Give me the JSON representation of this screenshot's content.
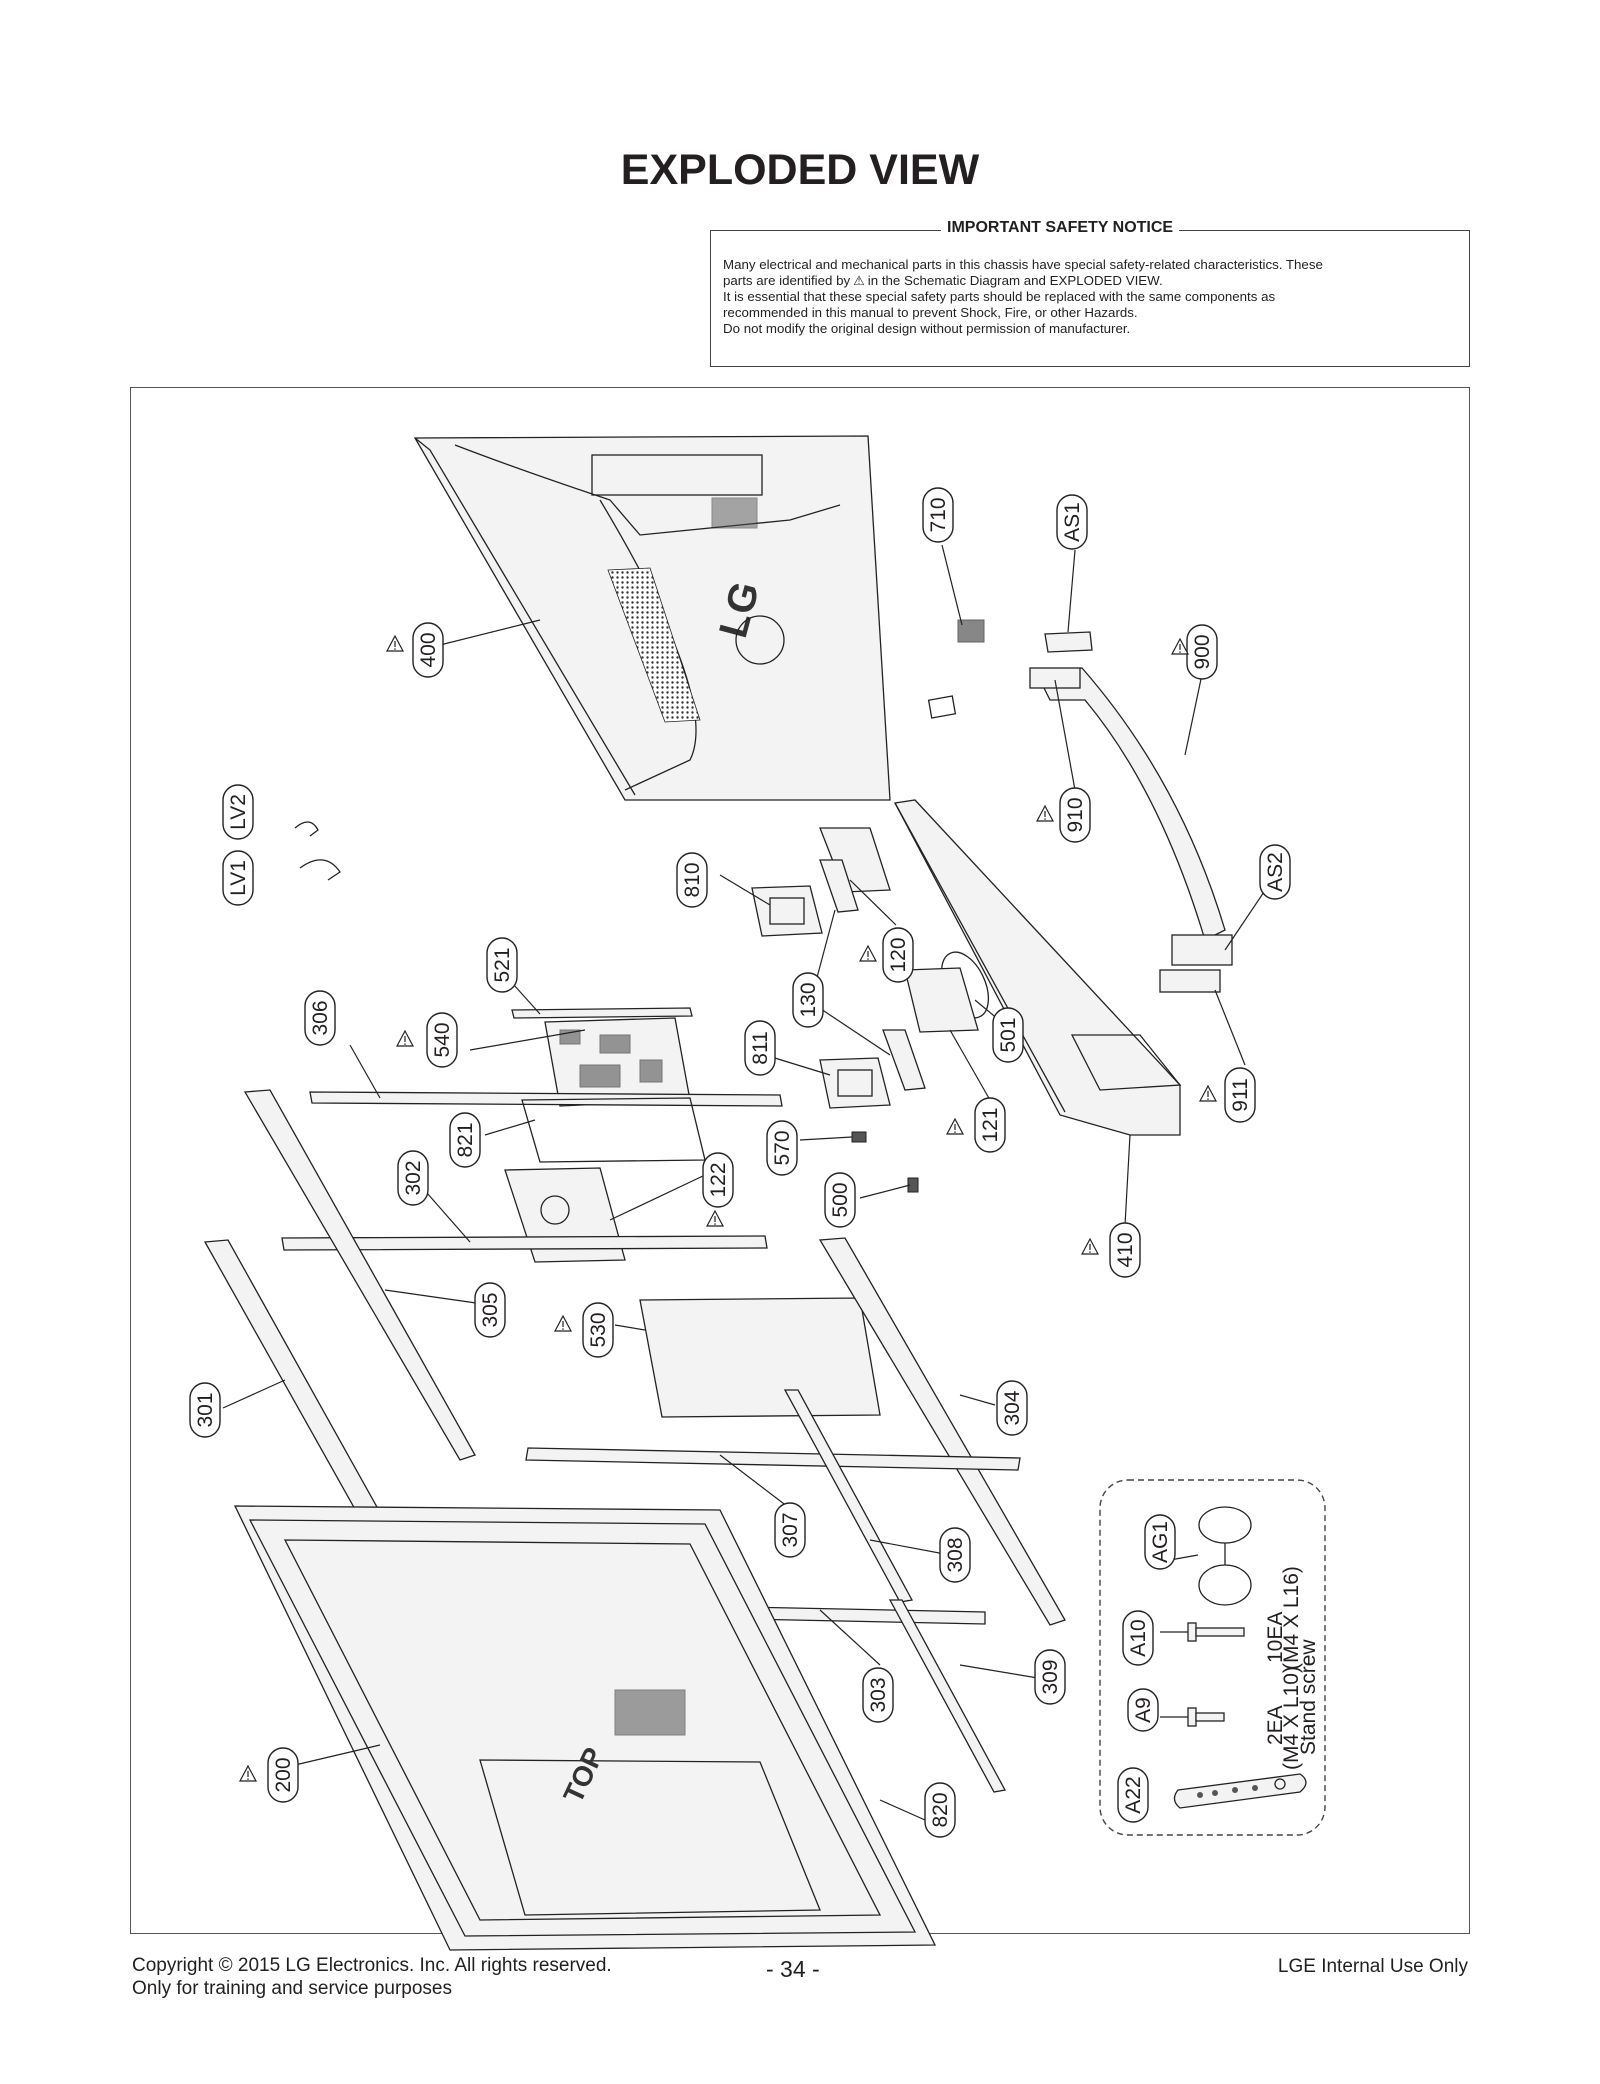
{
  "title": "EXPLODED VIEW",
  "notice": {
    "heading": "IMPORTANT SAFETY NOTICE",
    "line1": "Many electrical and mechanical parts in this chassis have special safety-related characteristics. These",
    "line2a": "parts are identified by",
    "line2b": "in the Schematic Diagram and EXPLODED VIEW.",
    "line3": "It is essential that these special safety parts should be replaced with the same components as",
    "line4": "recommended in this manual to prevent Shock, Fire, or other Hazards.",
    "line5": "Do not modify the original design without permission of manufacturer."
  },
  "parts": {
    "p400": "400",
    "p710": "710",
    "AS1": "AS1",
    "p900": "900",
    "p910": "910",
    "AS2": "AS2",
    "LV2": "LV2",
    "LV1": "LV1",
    "p810": "810",
    "p120": "120",
    "p130": "130",
    "p521": "521",
    "p306": "306",
    "p540": "540",
    "p811": "811",
    "p501": "501",
    "p121": "121",
    "p911": "911",
    "p821": "821",
    "p570": "570",
    "p302": "302",
    "p122": "122",
    "p500": "500",
    "p410": "410",
    "p305": "305",
    "p530": "530",
    "p301": "301",
    "p304": "304",
    "p307": "307",
    "p308": "308",
    "AG1": "AG1",
    "A10": "A10",
    "A9": "A9",
    "A22": "A22",
    "p303": "303",
    "p309": "309",
    "p200": "200",
    "p820": "820"
  },
  "accessory_notes": {
    "a10_qty": "10EA",
    "a10_spec": "(M4 X L16)",
    "a9_qty": "2EA",
    "a9_spec": "(M4 X L10)",
    "stand_screw": "Stand screw"
  },
  "panel_text": {
    "logo": "LG",
    "top_mark": "TOP"
  },
  "footer": {
    "copyright": "Copyright  © 2015 LG Electronics. Inc. All rights reserved.",
    "training": "Only for training and service purposes",
    "page": "- 34 -",
    "internal": "LGE Internal Use Only"
  },
  "icons": {
    "safety_mark": "warning-triangle-icon"
  }
}
